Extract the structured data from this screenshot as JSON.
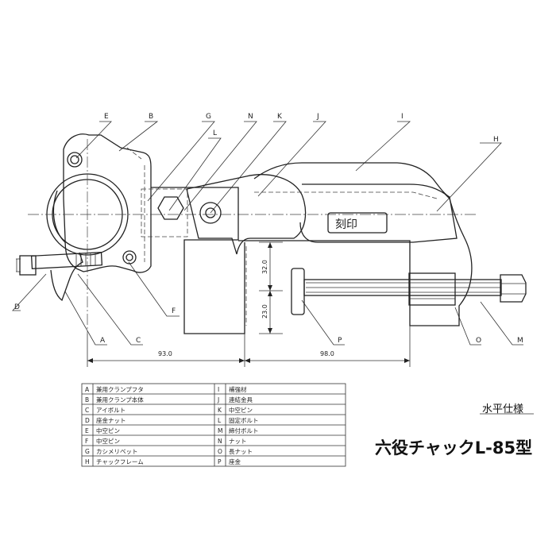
{
  "title": "六役チャックL-85型",
  "spec": "水平仕様",
  "stamp_text": "刻印",
  "dimensions": {
    "horizontal_left": "93.0",
    "horizontal_right": "98.0",
    "vertical_upper": "32.0",
    "vertical_lower": "23.0"
  },
  "callouts": [
    "A",
    "B",
    "C",
    "D",
    "E",
    "F",
    "G",
    "H",
    "I",
    "J",
    "K",
    "L",
    "M",
    "N",
    "O",
    "P"
  ],
  "parts_table": [
    {
      "left_key": "A",
      "left_name": "兼用クランプフタ",
      "right_key": "I",
      "right_name": "補強材"
    },
    {
      "left_key": "B",
      "left_name": "兼用クランプ本体",
      "right_key": "J",
      "right_name": "連結金具"
    },
    {
      "left_key": "C",
      "left_name": "アイボルト",
      "right_key": "K",
      "right_name": "中空ピン"
    },
    {
      "left_key": "D",
      "left_name": "座金ナット",
      "right_key": "L",
      "right_name": "固定ボルト"
    },
    {
      "left_key": "E",
      "left_name": "中空ピン",
      "right_key": "M",
      "right_name": "締付ボルト"
    },
    {
      "left_key": "F",
      "left_name": "中空ピン",
      "right_key": "N",
      "right_name": "ナット"
    },
    {
      "left_key": "G",
      "left_name": "カシメリベット",
      "right_key": "O",
      "right_name": "長ナット"
    },
    {
      "left_key": "H",
      "left_name": "チャックフレーム",
      "right_key": "P",
      "right_name": "座金"
    }
  ]
}
